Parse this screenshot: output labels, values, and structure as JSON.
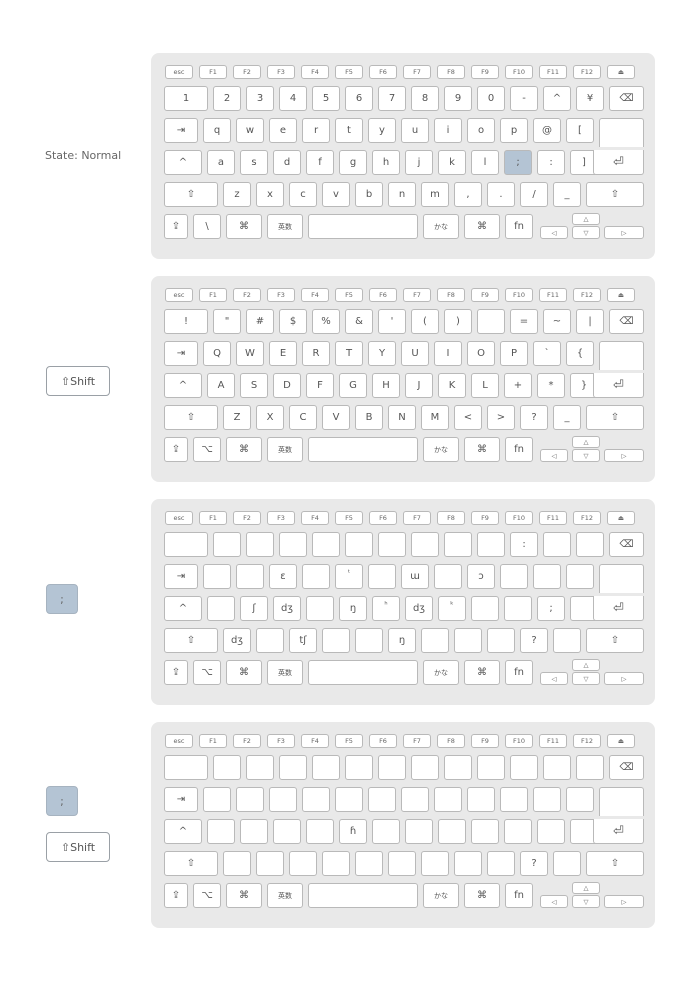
{
  "states": [
    {
      "label": "State: Normal",
      "fn_row": [
        "esc",
        "F1",
        "F2",
        "F3",
        "F4",
        "F5",
        "F6",
        "F7",
        "F8",
        "F9",
        "F10",
        "F11",
        "F12",
        "⏏"
      ],
      "row1": [
        "1",
        "2",
        "3",
        "4",
        "5",
        "6",
        "7",
        "8",
        "9",
        "0",
        "-",
        "^",
        "¥",
        "⌫"
      ],
      "row2": [
        "⇥",
        "q",
        "w",
        "e",
        "r",
        "t",
        "y",
        "u",
        "i",
        "o",
        "p",
        "@",
        "["
      ],
      "row3": [
        "^",
        "a",
        "s",
        "d",
        "f",
        "g",
        "h",
        "j",
        "k",
        "l",
        ";",
        ":",
        "]",
        "⏎"
      ],
      "row4": [
        "⇧",
        "z",
        "x",
        "c",
        "v",
        "b",
        "n",
        "m",
        ",",
        ".",
        "/",
        "_",
        "⇧"
      ],
      "row5": [
        "⇪",
        "\\",
        "⌘",
        "英数",
        "",
        "かな",
        "⌘",
        "fn"
      ],
      "arrows": {
        "left": "◁",
        "up": "△",
        "down": "▽",
        "right": "▷"
      }
    },
    {
      "label": "⇧Shift",
      "fn_row": [
        "esc",
        "F1",
        "F2",
        "F3",
        "F4",
        "F5",
        "F6",
        "F7",
        "F8",
        "F9",
        "F10",
        "F11",
        "F12",
        "⏏"
      ],
      "row1": [
        "!",
        "\"",
        "#",
        "$",
        "%",
        "&",
        "'",
        "(",
        ")",
        "",
        "=",
        "~",
        "|",
        "⌫"
      ],
      "row2": [
        "⇥",
        "Q",
        "W",
        "E",
        "R",
        "T",
        "Y",
        "U",
        "I",
        "O",
        "P",
        "`",
        "{"
      ],
      "row3": [
        "^",
        "A",
        "S",
        "D",
        "F",
        "G",
        "H",
        "J",
        "K",
        "L",
        "+",
        "*",
        "}",
        "⏎"
      ],
      "row4": [
        "⇧",
        "Z",
        "X",
        "C",
        "V",
        "B",
        "N",
        "M",
        "<",
        ">",
        "?",
        "_",
        "⇧"
      ],
      "row5": [
        "⇪",
        "⌥",
        "⌘",
        "英数",
        "",
        "かな",
        "⌘",
        "fn"
      ],
      "arrows": {
        "left": "◁",
        "up": "△",
        "down": "▽",
        "right": "▷"
      }
    },
    {
      "label": ";",
      "fn_row": [
        "esc",
        "F1",
        "F2",
        "F3",
        "F4",
        "F5",
        "F6",
        "F7",
        "F8",
        "F9",
        "F10",
        "F11",
        "F12",
        "⏏"
      ],
      "row1": [
        "",
        "",
        "",
        "",
        "",
        "",
        "",
        "",
        "",
        "",
        ":",
        "",
        "",
        "⌫"
      ],
      "row2": [
        "⇥",
        "",
        "",
        "ɛ",
        "",
        "ᵗ",
        "",
        "ɯ",
        "",
        "ɔ",
        "",
        "",
        ""
      ],
      "row3": [
        "^",
        "",
        "ʃ",
        "dʒ",
        "",
        "ŋ",
        "ʰ",
        "dʒ",
        "ᵏ",
        "",
        "",
        ";",
        "",
        "⏎"
      ],
      "row4": [
        "⇧",
        "dʒ",
        "",
        "tʃ",
        "",
        "",
        "ŋ",
        "",
        "",
        "",
        "?",
        "",
        "⇧"
      ],
      "row5": [
        "⇪",
        "⌥",
        "⌘",
        "英数",
        "",
        "かな",
        "⌘",
        "fn"
      ],
      "arrows": {
        "left": "◁",
        "up": "△",
        "down": "▽",
        "right": "▷"
      }
    },
    {
      "label": ";",
      "label2": "⇧Shift",
      "fn_row": [
        "esc",
        "F1",
        "F2",
        "F3",
        "F4",
        "F5",
        "F6",
        "F7",
        "F8",
        "F9",
        "F10",
        "F11",
        "F12",
        "⏏"
      ],
      "row1": [
        "",
        "",
        "",
        "",
        "",
        "",
        "",
        "",
        "",
        "",
        "",
        "",
        "",
        "⌫"
      ],
      "row2": [
        "⇥",
        "",
        "",
        "",
        "",
        "",
        "",
        "",
        "",
        "",
        "",
        "",
        ""
      ],
      "row3": [
        "^",
        "",
        "",
        "",
        "",
        "ɦ",
        "",
        "",
        "",
        "",
        "",
        "",
        "",
        "⏎"
      ],
      "row4": [
        "⇧",
        "",
        "",
        "",
        "",
        "",
        "",
        "",
        "",
        "",
        "?",
        "",
        "⇧"
      ],
      "row5": [
        "⇪",
        "⌥",
        "⌘",
        "英数",
        "",
        "かな",
        "⌘",
        "fn"
      ],
      "arrows": {
        "left": "◁",
        "up": "△",
        "down": "▽",
        "right": "▷"
      }
    }
  ]
}
